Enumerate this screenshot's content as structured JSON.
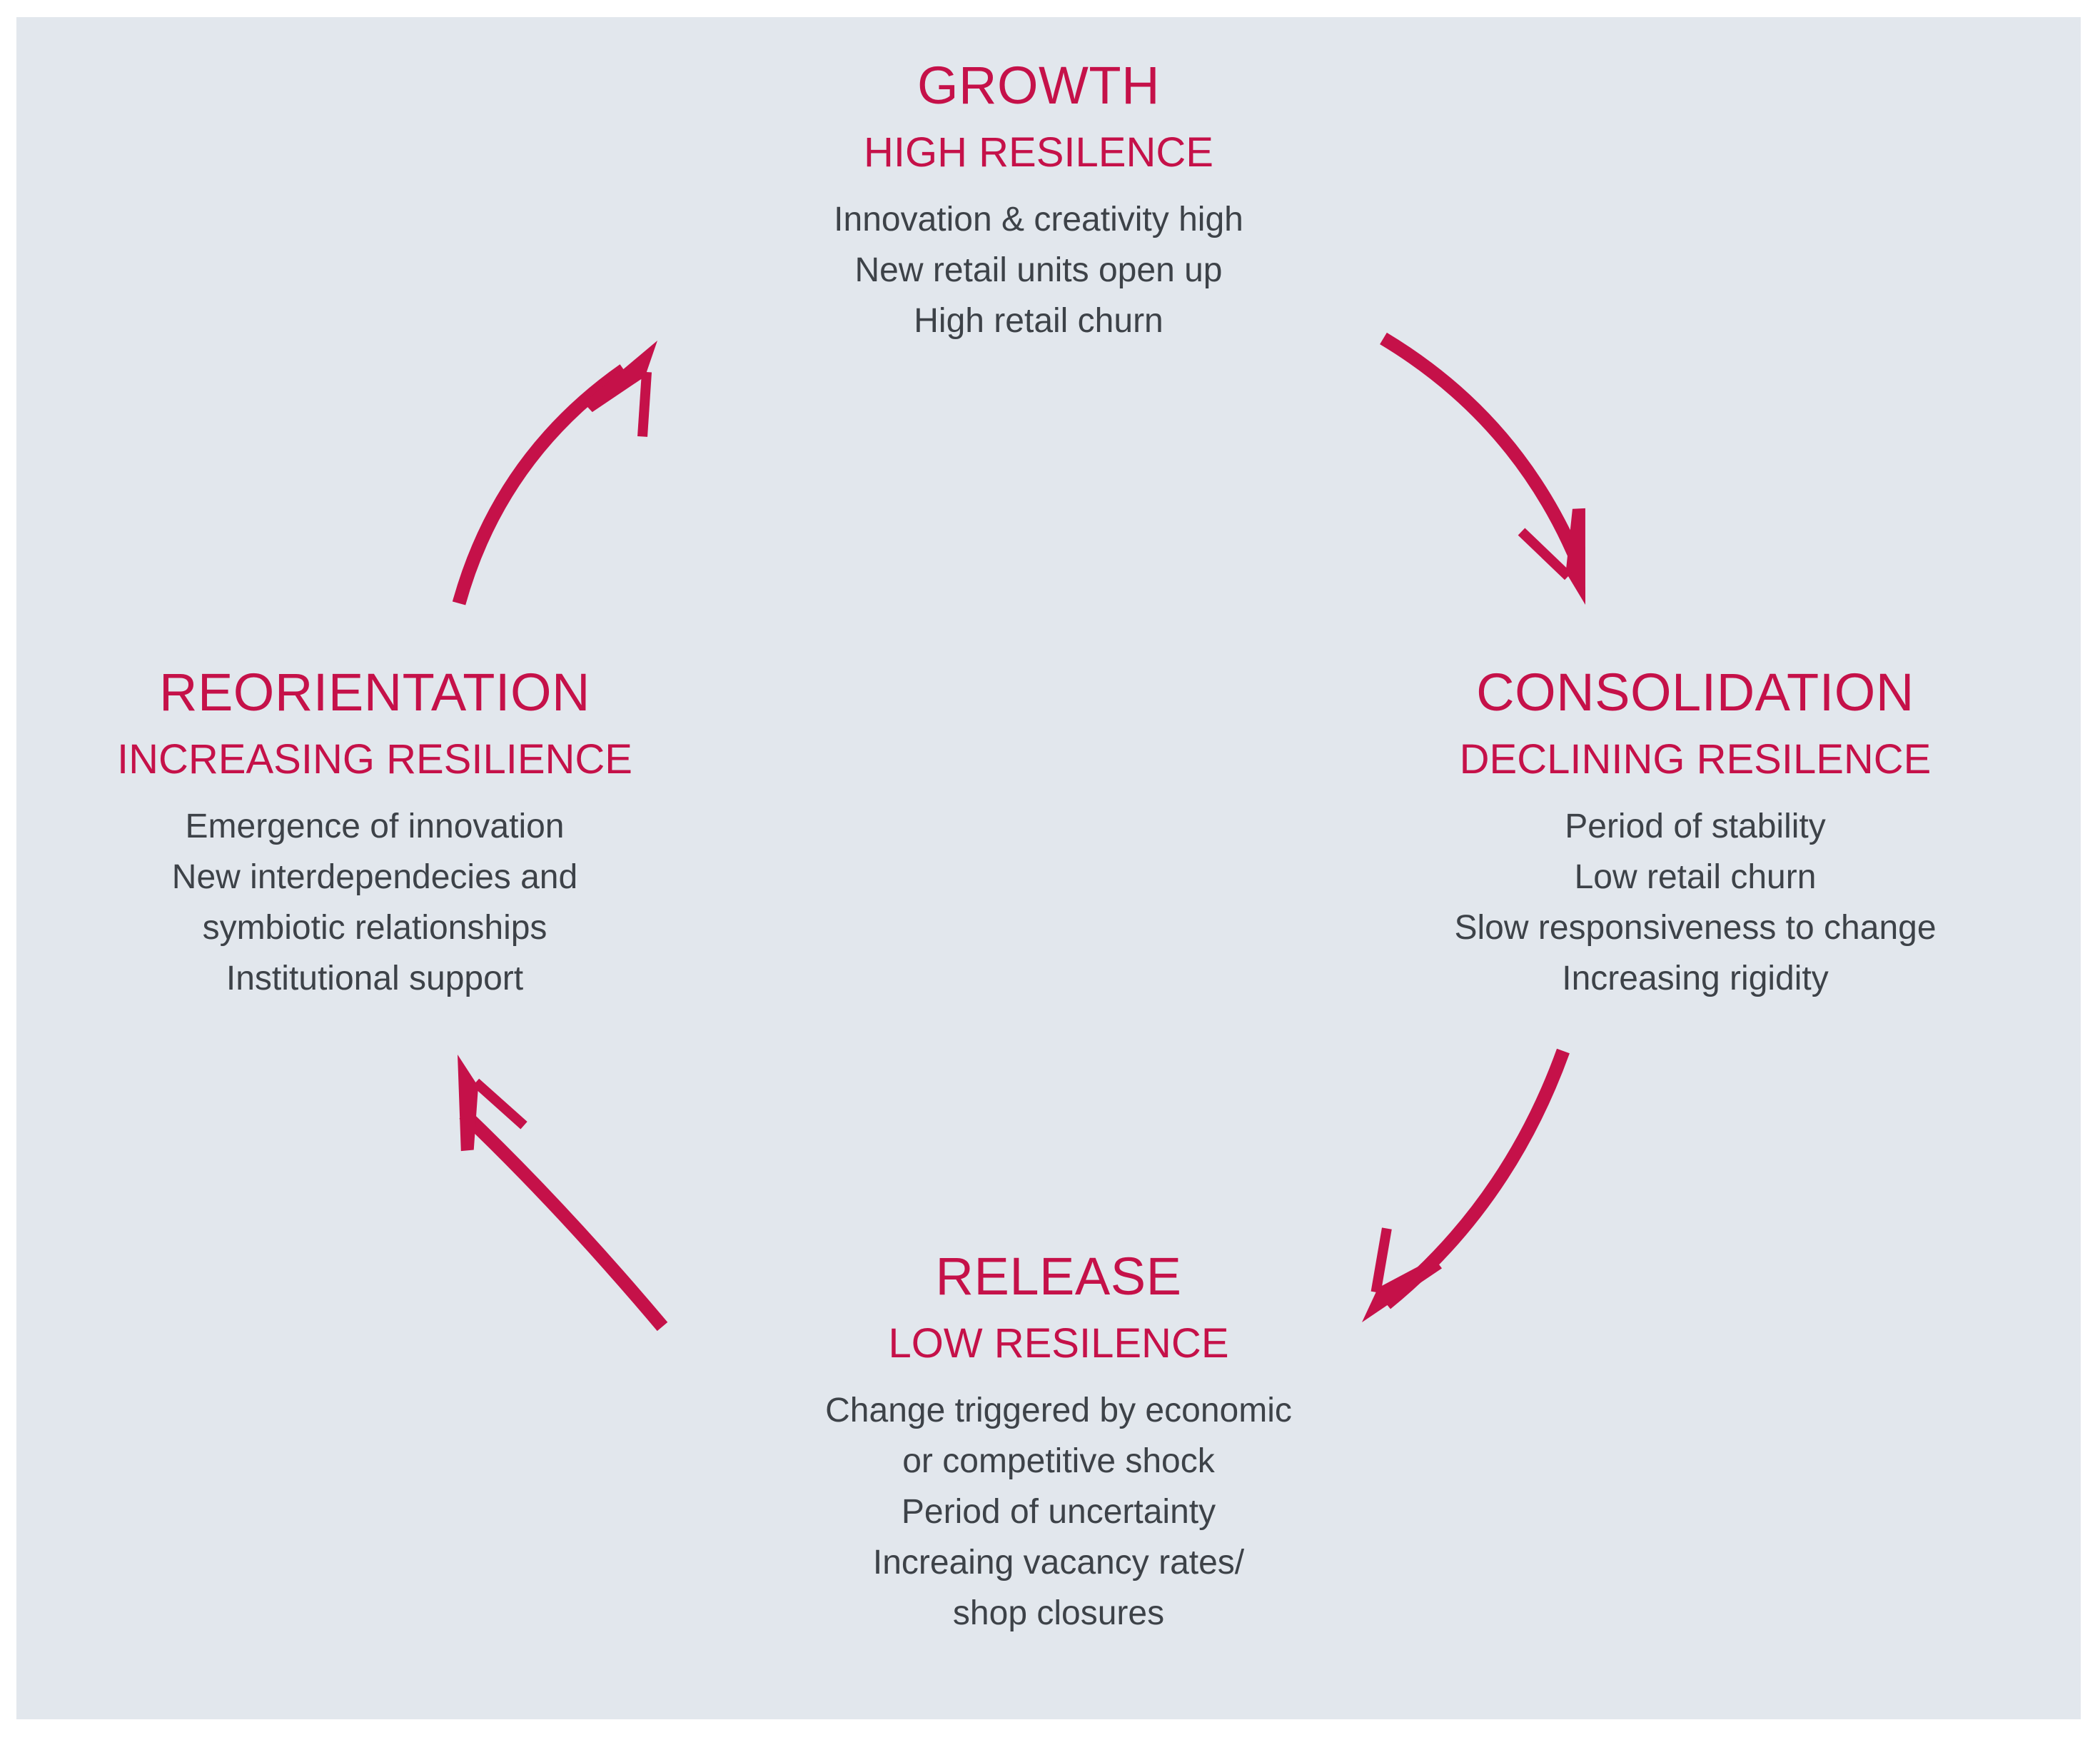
{
  "figure": {
    "type": "cycle-diagram",
    "colors": {
      "accent": "#c51149",
      "panel_background": "#e2e7ed",
      "outer_background": "#ffffff",
      "body_text": "#3d4248"
    },
    "phases": [
      {
        "id": "growth",
        "title": "GROWTH",
        "subtitle": "HIGH RESILENCE",
        "lines": [
          "Innovation & creativity high",
          "New retail units open up",
          "High retail churn"
        ]
      },
      {
        "id": "consolidation",
        "title": "CONSOLIDATION",
        "subtitle": "DECLINING RESILENCE",
        "lines": [
          "Period of stability",
          "Low retail churn",
          "Slow responsiveness to change",
          "Increasing rigidity"
        ]
      },
      {
        "id": "release",
        "title": "RELEASE",
        "subtitle": "LOW RESILENCE",
        "lines": [
          "Change triggered by economic",
          "or competitive shock",
          "Period of uncertainty",
          "Increaing vacancy rates/",
          "shop closures"
        ]
      },
      {
        "id": "reorientation",
        "title": "REORIENTATION",
        "subtitle": "INCREASING RESILIENCE",
        "lines": [
          "Emergence of innovation",
          "New interdependecies and",
          "symbiotic relationships",
          "Institutional support"
        ]
      }
    ],
    "arrows": [
      {
        "from": "growth",
        "to": "consolidation"
      },
      {
        "from": "consolidation",
        "to": "release"
      },
      {
        "from": "release",
        "to": "reorientation"
      },
      {
        "from": "reorientation",
        "to": "growth"
      }
    ]
  }
}
